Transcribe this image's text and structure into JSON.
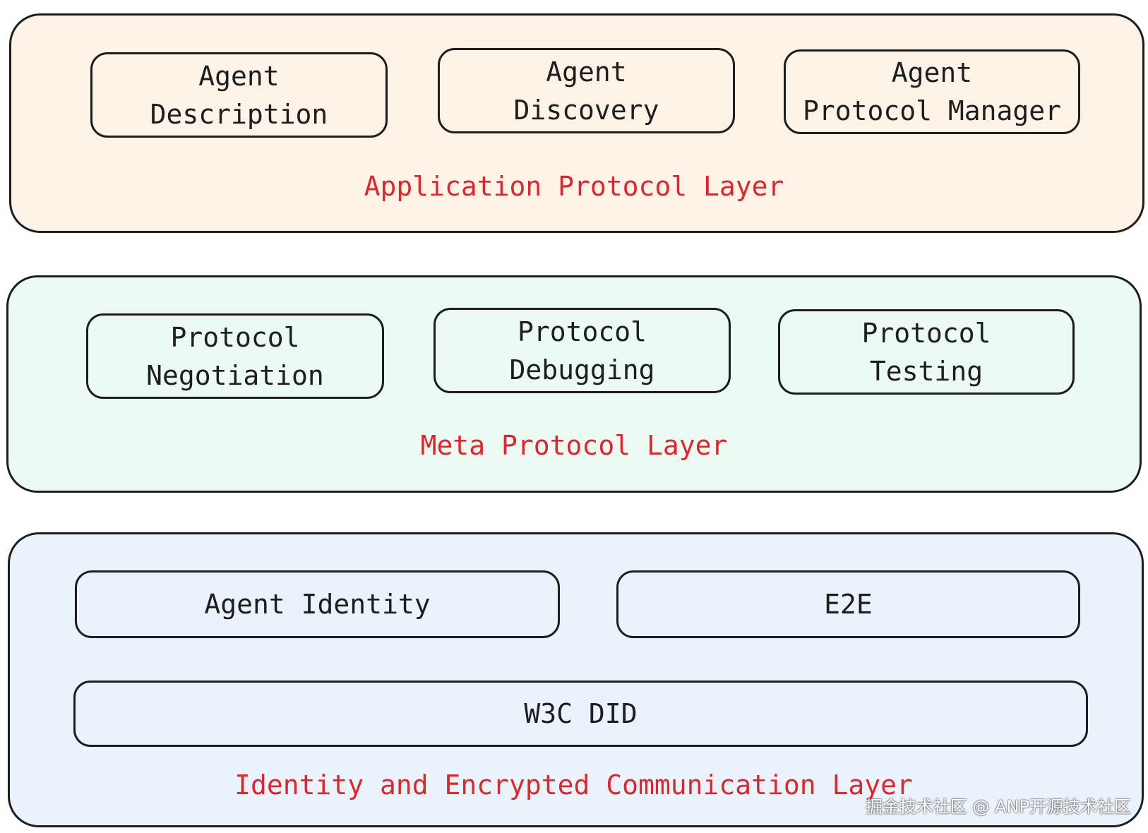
{
  "diagram": {
    "application_layer": {
      "label": "Application Protocol Layer",
      "components": [
        "Agent\nDescription",
        "Agent\nDiscovery",
        "Agent\nProtocol Manager"
      ]
    },
    "meta_layer": {
      "label": "Meta Protocol Layer",
      "components": [
        "Protocol\nNegotiation",
        "Protocol\nDebugging",
        "Protocol\nTesting"
      ]
    },
    "identity_layer": {
      "label": "Identity and Encrypted Communication Layer",
      "components": [
        "Agent Identity",
        "E2E",
        "W3C DID"
      ]
    },
    "colors": {
      "app_fill": "#fdf3e7",
      "meta_fill": "#ecfaf4",
      "identity_fill": "#eaf3fc",
      "label_red": "#d9282f",
      "stroke": "#1e1e1e"
    }
  },
  "watermark": "掘金技术社区 @ ANP开源技术社区"
}
